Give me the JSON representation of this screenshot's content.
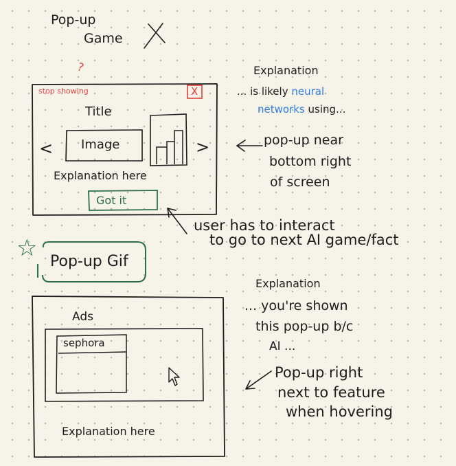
{
  "section1": {
    "heading_line1": "Pop-up",
    "heading_line2": "Game",
    "heading_mark": "X",
    "question_mark": "?",
    "stop_showing": "stop showing",
    "close_mark": "X",
    "title": "Title",
    "image": "Image",
    "prev": "<",
    "next": ">",
    "explanation": "Explanation here",
    "got_it": "Got it",
    "explanation_heading": "Explanation",
    "explanation_prefix": "... is likely",
    "explanation_highlight_1": "neural",
    "explanation_highlight_2": "networks",
    "explanation_suffix": "using...",
    "placement_line1": "pop-up near",
    "placement_line2": "bottom right",
    "placement_line3": "of screen",
    "interaction_line1": "user has to interact",
    "interaction_line2": "to go to next AI game/fact"
  },
  "option": {
    "star": "☆",
    "label": "Pop-up Gif"
  },
  "section2": {
    "ads": "Ads",
    "sephora": "sephora",
    "explanation": "Explanation here",
    "explanation_heading": "Explanation",
    "explanation_line1": "... you're shown",
    "explanation_line2": "this pop-up b/c",
    "explanation_line3": "AI ...",
    "placement_line1": "Pop-up right",
    "placement_line2": "next to feature",
    "placement_line3": "when hovering"
  },
  "colors": {
    "ink": "#1c1c1c",
    "red": "#e0403f",
    "blue": "#2f7de0",
    "green": "#2b6c4c",
    "paper": "#f6f3e9"
  }
}
